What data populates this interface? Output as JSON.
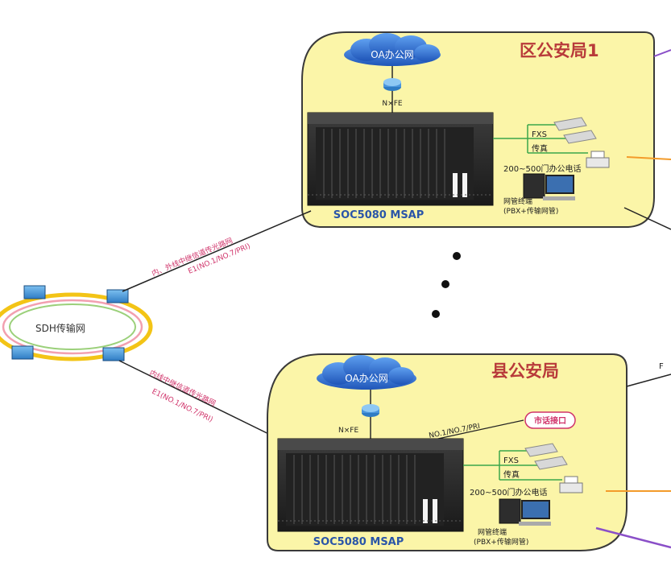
{
  "sdh": {
    "label": "SDH传输网"
  },
  "dots": [
    "•",
    "•",
    "•"
  ],
  "station1": {
    "title": "区公安局1",
    "cloud_label": "OA办公网",
    "link_label": "N×FE",
    "fxs_label": "FXS",
    "fax_label": "传真",
    "phones_label": "200~500门办公电话",
    "terminal_label_1": "网管终端",
    "terminal_label_2": "(PBX+传输网管)",
    "device_label": "SOC5080 MSAP",
    "trunk_label_1": "内、外线中继信道传光路网",
    "trunk_label_2": "E1(NO.1/NO.7/PRI)"
  },
  "station2": {
    "title": "县公安局",
    "cloud_label": "OA办公网",
    "link_label": "N×FE",
    "fxs_label": "FXS",
    "fax_label": "传真",
    "phones_label": "200~500门办公电话",
    "terminal_label_1": "网管终端",
    "terminal_label_2": "(PBX+传输网管)",
    "device_label": "SOC5080 MSAP",
    "trunk_label_1": "内线中继信道传光路网",
    "trunk_label_2": "E1(NO.1/NO.7/PRI)",
    "pstn_link_label": "NO.1/NO.7/PRI",
    "pstn_label": "市话接口",
    "edge_fragment": "F"
  },
  "colors": {
    "panel": "#fbf5a8",
    "panel_border": "#4a4a4a",
    "title": "#b83a3a",
    "device_label": "#2a55a8",
    "cloud": "#2f6fd0",
    "ring_yellow": "#f3c416",
    "ring_pink": "#f2a0b0",
    "ring_green": "#9bd07a",
    "trunk_text": "#d0336a",
    "orange_line": "#f39b2a",
    "purple_line": "#8a4fc8",
    "green_line": "#3aa64a"
  }
}
